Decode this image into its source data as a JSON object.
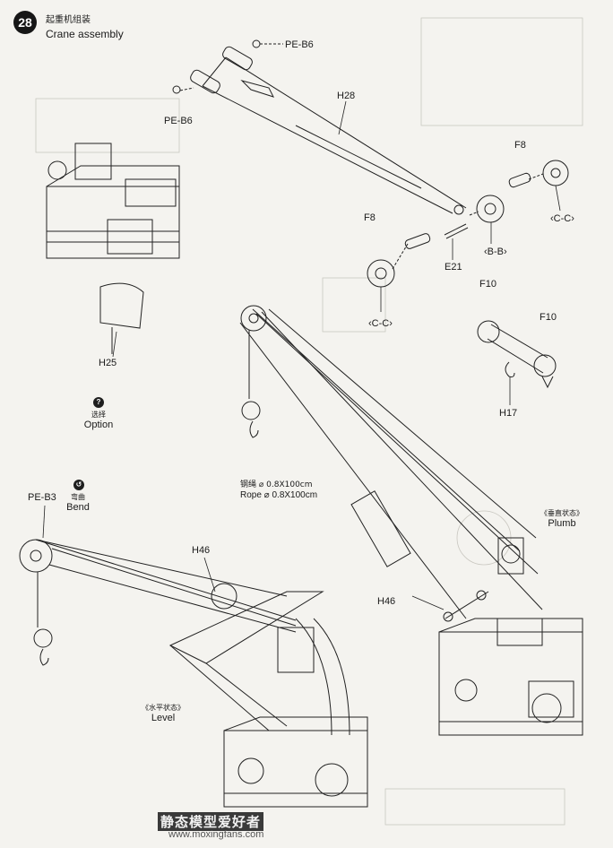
{
  "step": {
    "number": "28",
    "title_zh": "起重机组装",
    "title_en": "Crane assembly"
  },
  "parts": {
    "pe_b6_top": "PE-B6",
    "pe_b6_left": "PE-B6",
    "h28": "H28",
    "f8_right": "F8",
    "f8_left": "F8",
    "cc_right": "C-C",
    "bb": "B-B",
    "e21": "E21",
    "cc_left": "C-C",
    "f10_top": "F10",
    "f10_right": "F10",
    "h17": "H17",
    "h25": "H25",
    "pe_b3": "PE-B3",
    "h46_left": "H46",
    "h46_right": "H46"
  },
  "notes": {
    "option_zh": "选择",
    "option_en": "Option",
    "bend_zh": "弯曲",
    "bend_en": "Bend",
    "rope_zh": "钢绳 ⌀ 0.8X100cm",
    "rope_en": "Rope ⌀ 0.8X100cm",
    "level_zh": "《水平状态》",
    "level_en": "Level",
    "plumb_zh": "《垂直状态》",
    "plumb_en": "Plumb"
  },
  "watermark": {
    "text": "静态模型爱好者",
    "url": "www.moxingfans.com"
  },
  "icons": {
    "option": "question-icon",
    "bend": "bend-icon"
  }
}
